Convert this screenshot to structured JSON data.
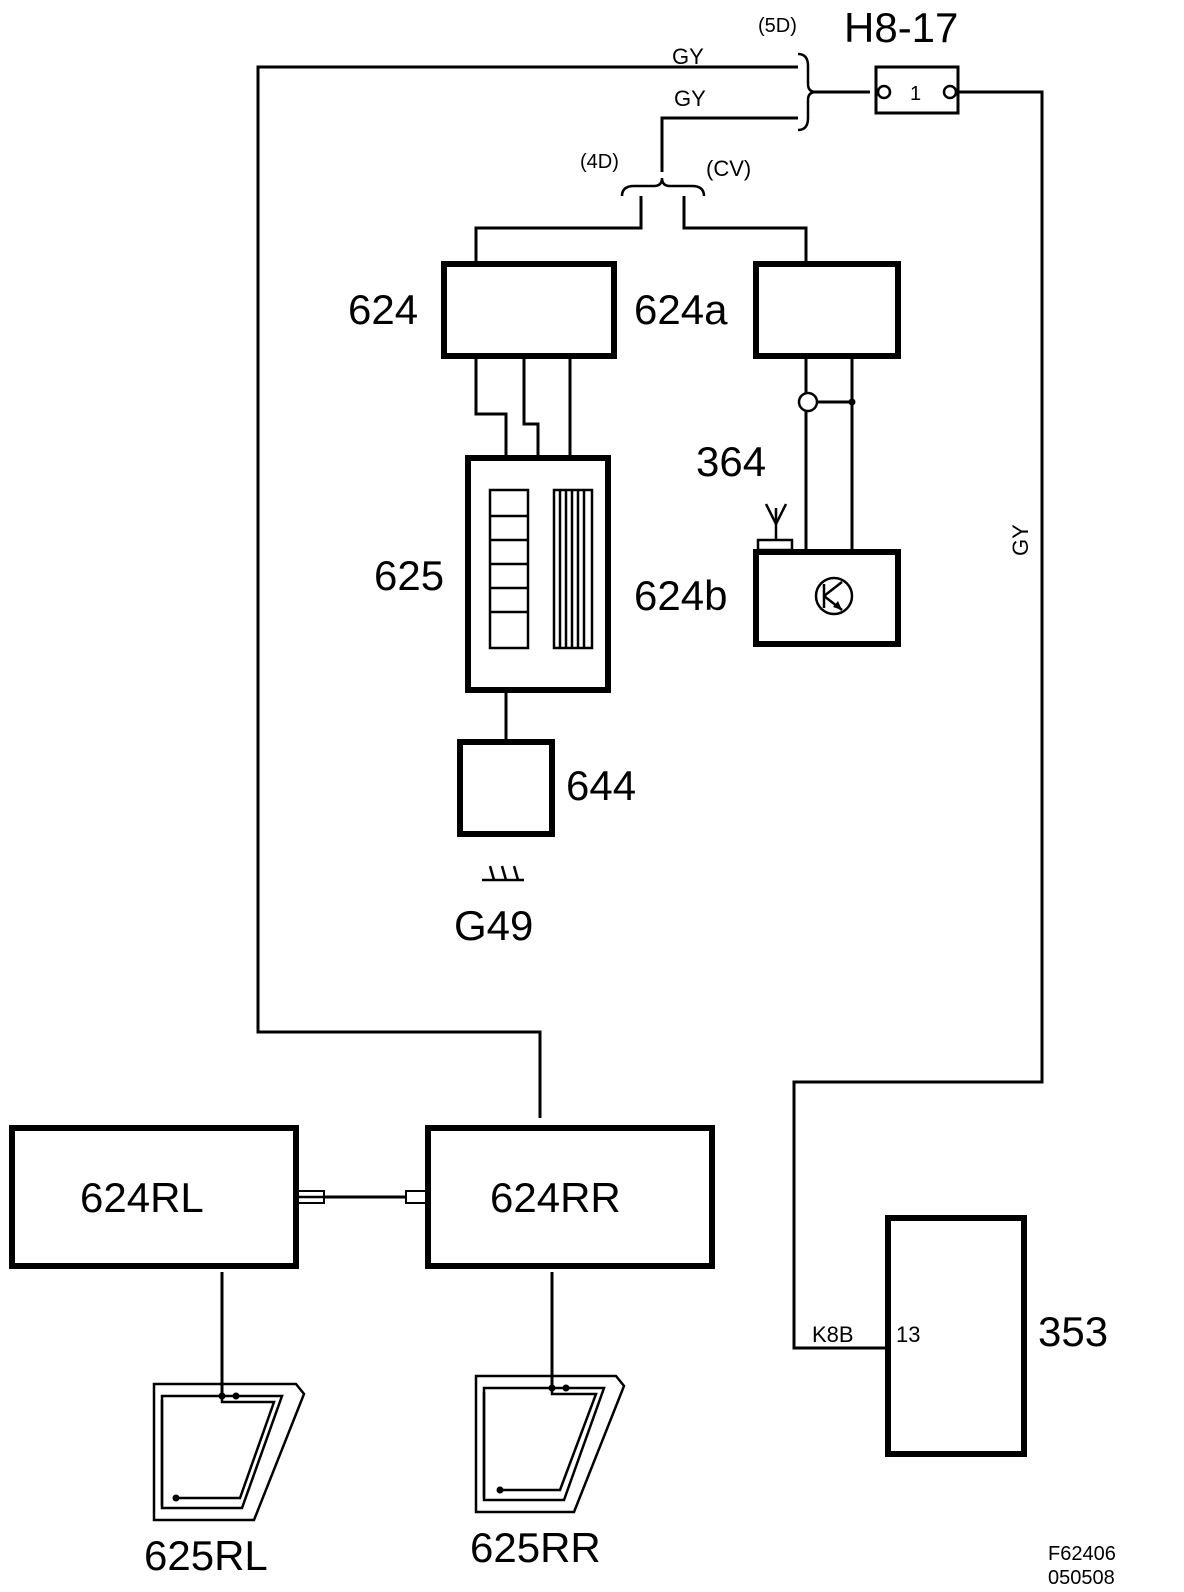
{
  "fuse": {
    "id": "H8-17",
    "number": "1"
  },
  "wires": {
    "gy1": "GY",
    "gy2": "GY",
    "gy_right": "GY"
  },
  "variants": {
    "five_door": "(5D)",
    "four_door": "(4D)",
    "convertible": "(CV)"
  },
  "components": {
    "c624": "624",
    "c624a": "624a",
    "c364": "364",
    "c625": "625",
    "c624b": "624b",
    "c644": "644",
    "ground": "G49",
    "c624RL": "624RL",
    "c624RR": "624RR",
    "c625RL": "625RL",
    "c625RR": "625RR",
    "c353": "353"
  },
  "connector": {
    "id": "K8B",
    "pin": "13"
  },
  "figure": {
    "code": "F62406",
    "date": "050508"
  }
}
